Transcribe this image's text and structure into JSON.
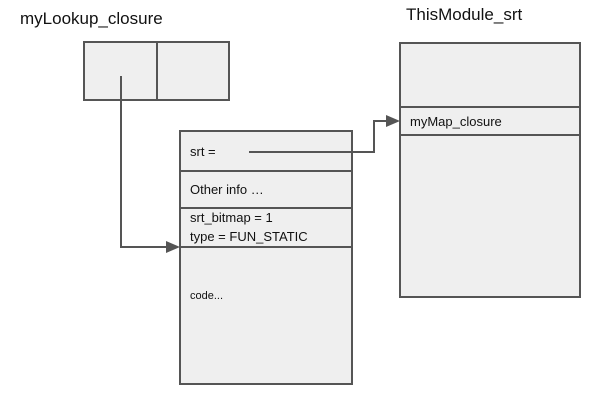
{
  "closure": {
    "title": "myLookup_closure"
  },
  "srt_table": {
    "title": "ThisModule_srt",
    "entry": "myMap_closure"
  },
  "info_table": {
    "srt_label": "srt =",
    "other_info": "Other info …",
    "srt_bitmap": "srt_bitmap = 1",
    "type": "type = FUN_STATIC",
    "code": "code..."
  },
  "colors": {
    "box_fill": "#efefef",
    "stroke": "#555555",
    "text": "#111111"
  }
}
